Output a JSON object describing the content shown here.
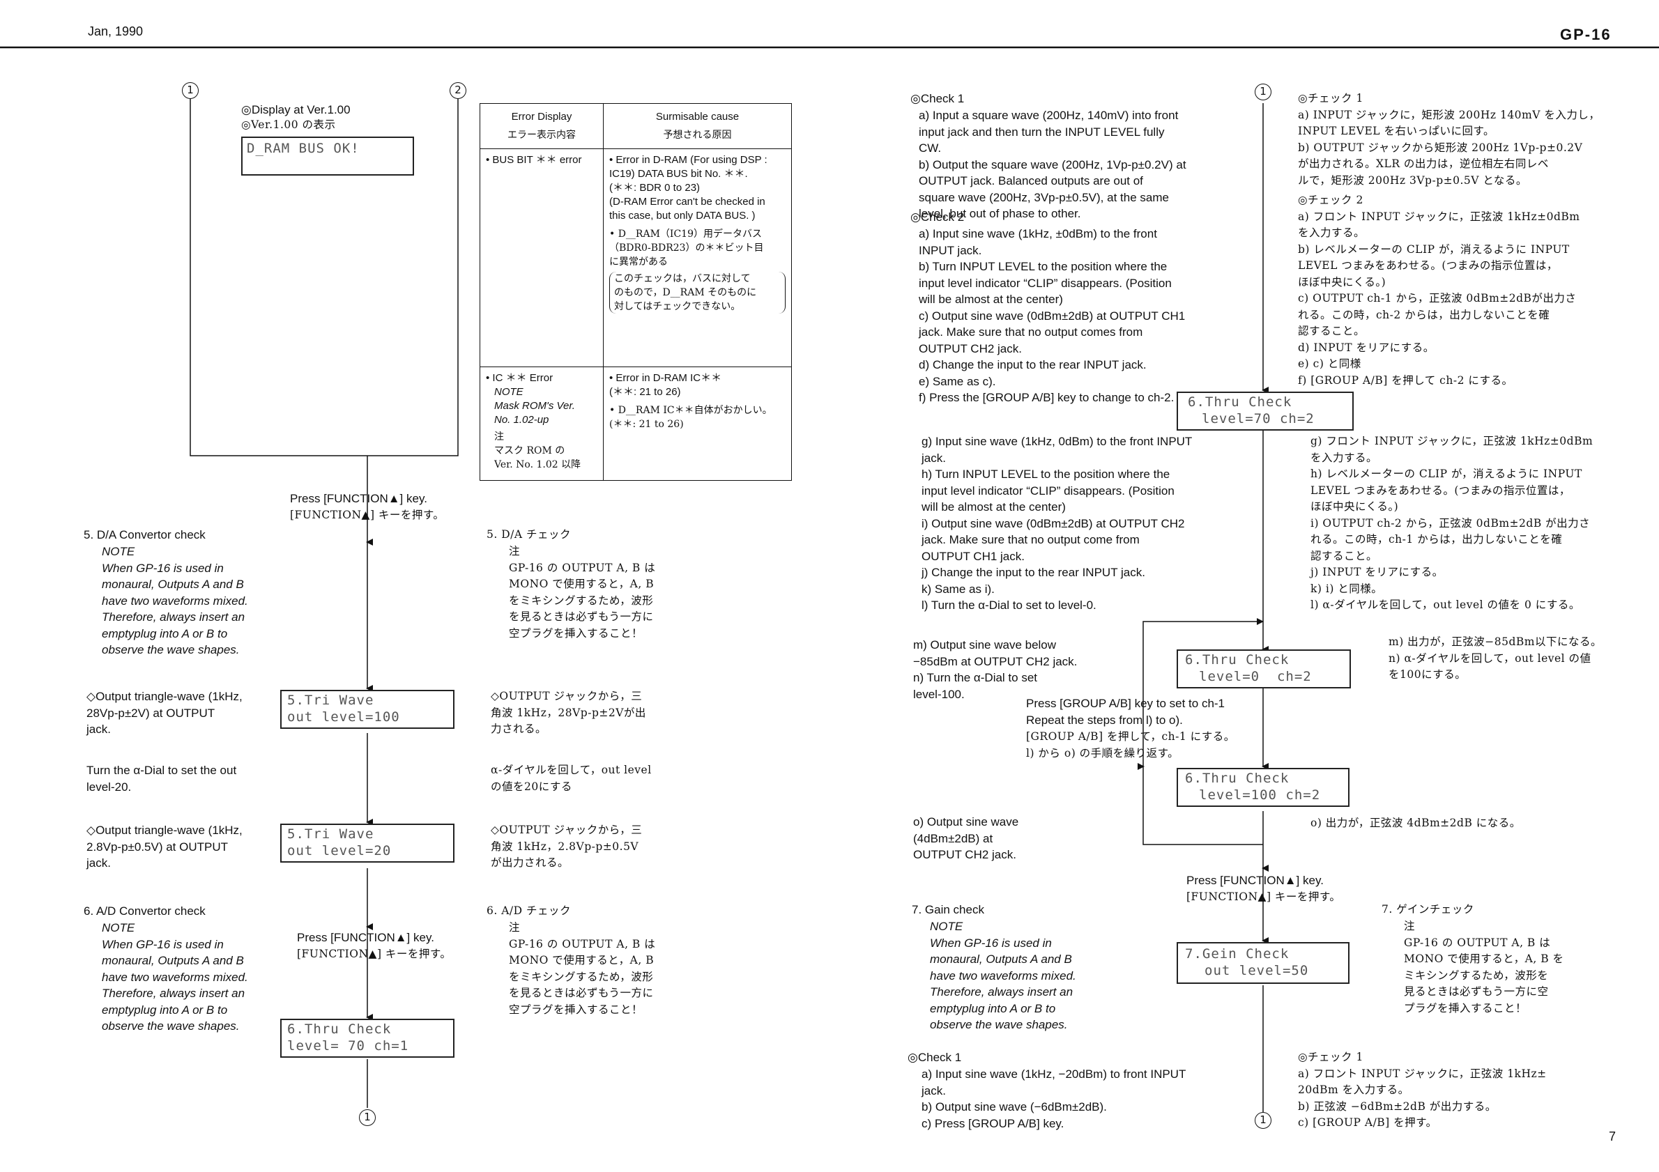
{
  "header": {
    "date": "Jan, 1990",
    "model": "GP-16",
    "page_number": "7"
  },
  "markers": {
    "one": "1",
    "two": "2"
  },
  "left": {
    "display_ver_en": "◎Display at Ver.1.00",
    "display_ver_jp": "◎Ver.1.00 の表示",
    "lcd_dram": "D_RAM BUS OK!",
    "error_table": {
      "col1_header_en": "Error Display",
      "col1_header_jp": "エラー表示内容",
      "col2_header_en": "Surmisable cause",
      "col2_header_jp": "予想される原因",
      "row1_display": "• BUS BIT ＊＊ error",
      "row1_cause_en": "• Error in D-RAM (For using DSP :\n  IC19) DATA BUS bit No. ＊＊.\n  (＊＊: BDR 0 to 23)\n  (D-RAM Error can't be checked in\n  this case, but only DATA BUS. )",
      "row1_cause_jp": "• D__RAM（IC19）用データバス\n  （BDR0-BDR23）の＊＊ビット目\n  に異常がある",
      "row1_note_jp": "このチェックは，バスに対して\nのもので，D__RAM そのものに\n対してはチェックできない。",
      "row2_display": "• IC ＊＊ Error",
      "row2_note_en": "NOTE\nMask ROM's Ver.\nNo. 1.02-up",
      "row2_note_jp": "注\nマスク ROM の\nVer. No. 1.02 以降",
      "row2_cause_en": "• Error in D-RAM IC＊＊\n  (＊＊: 21 to 26)",
      "row2_cause_jp": "• D__RAM IC＊＊自体がおかしい。\n  (＊＊: 21 to 26)"
    },
    "press_fn_en": "Press [FUNCTION▲] key.",
    "press_fn_jp": "[FUNCTION▲] キーを押す。",
    "da_title": "5. D/A Convertor check",
    "da_note": "NOTE\nWhen GP-16 is used in\nmonaural, Outputs A and B\nhave two waveforms mixed.\nTherefore, always insert an\nemptyplug into A or B to\nobserve the wave shapes.",
    "da_title_jp": "5. D/A チェック",
    "da_note_jp": "注\nGP-16 の OUTPUT A, B は\nMONO で使用すると，A, B\nをミキシングするため，波形\nを見るときは必ずもう一方に\n空プラグを挿入すること！",
    "tri1_en": "◇Output triangle-wave (1kHz,\n28Vp-p±2V) at OUTPUT\njack.",
    "tri1_jp": "◇OUTPUT ジャックから，三\n角波 1kHz，28Vp-p±2Vが出\n力される。",
    "lcd_tri1_l1": "5.Tri Wave",
    "lcd_tri1_l2": "out level=100",
    "alpha_en": "Turn the α-Dial to set the out\nlevel-20.",
    "alpha_jp": "α-ダイヤルを回して，out level\nの値を20にする",
    "tri2_en": "◇Output triangle-wave (1kHz,\n2.8Vp-p±0.5V) at OUTPUT\njack.",
    "tri2_jp": "◇OUTPUT ジャックから，三\n角波 1kHz，2.8Vp-p±0.5V\nが出力される。",
    "lcd_tri2_l1": "5.Tri Wave",
    "lcd_tri2_l2": "out level=20",
    "ad_title": "6. A/D Convertor check",
    "ad_note": "NOTE\nWhen GP-16 is used in\nmonaural, Outputs A and B\nhave two waveforms mixed.\nTherefore, always insert an\nemptyplug into A or B to\nobserve the wave shapes.",
    "ad_title_jp": "6. A/D チェック",
    "ad_note_jp": "注\nGP-16 の OUTPUT A, B は\nMONO で使用すると，A, B\nをミキシングするため，波形\nを見るときは必ずもう一方に\n空プラグを挿入すること！",
    "press_fn2_en": "Press [FUNCTION▲] key.",
    "press_fn2_jp": "[FUNCTION▲] キーを押す。",
    "lcd_thru_l1": "6.Thru Check",
    "lcd_thru_l2": "level= 70 ch=1"
  },
  "right": {
    "check1_head": "◎Check 1",
    "check1_en": "a)  Input a square wave (200Hz, 140mV) into front\n     input jack and then turn the INPUT LEVEL fully\n     CW.\nb)  Output the square wave (200Hz, 1Vp-p±0.2V) at\n     OUTPUT jack. Balanced outputs are out of\n     square wave (200Hz, 3Vp-p±0.5V), at the same\n     level, but out of phase to other.",
    "check2_head": "◎Check 2",
    "check2_en": "a)  Input sine wave (1kHz, ±0dBm) to the front\n     INPUT jack.\nb)  Turn INPUT LEVEL to the position where the\n     input level indicator “CLIP” disappears. (Position\n     will be almost at the center)\nc)  Output sine wave (0dBm±2dB) at OUTPUT CH1\n     jack. Make sure that no output comes from\n     OUTPUT CH2 jack.\nd)  Change the input to the rear INPUT jack.\ne)  Same as c).\nf)   Press the [GROUP A/B] key to change to ch-2.",
    "check1_jp": "◎チェック 1\n  a) INPUT ジャックに，矩形波 200Hz 140mV を入力し，\n      INPUT LEVEL を右いっぱいに回す。\n  b) OUTPUT ジャックから矩形波 200Hz 1Vp-p±0.2V\n      が出力される。XLR の出力は，逆位相左右同レベ\n      ルで，矩形波 200Hz 3Vp-p±0.5V となる。",
    "check2_jp": "◎チェック 2\n  a) フロント INPUT ジャックに，正弦波 1kHz±0dBm\n      を入力する。\n  b) レベルメーターの CLIP が，消えるように INPUT\n      LEVEL つまみをあわせる。(つまみの指示位置は，\n      ほぼ中央にくる。)\n  c) OUTPUT ch-1 から，正弦波 0dBm±2dBが出力さ\n      れる。この時，ch-2 からは，出力しないことを確\n      認すること。\n  d) INPUT をリアにする。\n  e) c) と同様\n  f) [GROUP A/B] を押して ch-2 にする。",
    "lcd_a_l1": "6.Thru Check",
    "lcd_a_l2": "level=70 ch=2",
    "steps_gl_en": "g)  Input sine wave (1kHz, 0dBm) to the front INPUT\n     jack.\nh)  Turn INPUT LEVEL to the position where the\n     input level indicator “CLIP” disappears. (Position\n     will be almost at the center)\ni)   Output sine wave (0dBm±2dB) at OUTPUT CH2\n     jack. Make sure that no output come from\n     OUTPUT CH1 jack.\nj)   Change the input to the rear INPUT jack.\nk)  Same as i).\nl)   Turn the α-Dial to set to level-0.",
    "steps_gl_jp": "g) フロント INPUT ジャックに，正弦波 1kHz±0dBm\n    を入力する。\nh) レベルメーターの CLIP が，消えるように INPUT\n    LEVEL つまみをあわせる。(つまみの指示位置は，\n    ほぼ中央にくる。)\ni) OUTPUT ch-2 から，正弦波 0dBm±2dB が出力さ\n    れる。この時，ch-1 からは，出力しないことを確\n    認すること。\nj) INPUT をリアにする。\nk) i) と同様。\nl) α-ダイヤルを回して，out level の値を 0 にする。",
    "steps_mn_en": "m) Output sine wave below\n     −85dBm at OUTPUT CH2 jack.\nn)  Turn the α-Dial to set\n     level-100.",
    "steps_mn_jp": "m) 出力が，正弦波−85dBm以下になる。\nn) α-ダイヤルを回して，out level の値\n    を100にする。",
    "lcd_b_l1": "6.Thru Check",
    "lcd_b_l2": "level=0  ch=2",
    "repeat_en": "Press [GROUP A/B] key to set to ch-1\nRepeat the steps from l) to o).",
    "repeat_jp": "[GROUP A/B] を押して，ch-1 にする。\nl) から o) の手順を繰り返す。",
    "lcd_c_l1": "6.Thru Check",
    "lcd_c_l2": "level=100 ch=2",
    "step_o_en": "o)  Output sine wave\n     (4dBm±2dB) at\n     OUTPUT CH2 jack.",
    "step_o_jp": "o) 出力が，正弦波 4dBm±2dB になる。",
    "press_fn_en": "Press [FUNCTION▲] key.",
    "press_fn_jp": "[FUNCTION▲] キーを押す。",
    "gain_title": "7. Gain check",
    "gain_note": "NOTE\nWhen GP-16 is used in\nmonaural, Outputs A and B\nhave two waveforms mixed.\nTherefore, always insert an\nemptyplug into A or B to\nobserve the wave shapes.",
    "gain_title_jp": "7. ゲインチェック",
    "gain_note_jp": "注\nGP-16 の OUTPUT A, B は\nMONO で使用すると，A, B を\nミキシングするため，波形を\n見るときは必ずもう一方に空\nプラグを挿入すること！",
    "lcd_gain_l1": "7.Gein Check",
    "lcd_gain_l2": "out level=50",
    "gcheck1_head": "◎Check 1",
    "gcheck1_en": "a)  Input sine wave (1kHz, −20dBm) to front INPUT\n     jack.\nb)  Output sine wave (−6dBm±2dB).\nc)  Press [GROUP A/B] key.",
    "gcheck1_jp": "◎チェック 1\n  a) フロント INPUT ジャックに，正弦波 1kHz±\n      20dBm を入力する。\n  b) 正弦波 −6dBm±2dB が出力する。\n  c) [GROUP A/B] を押す。"
  }
}
